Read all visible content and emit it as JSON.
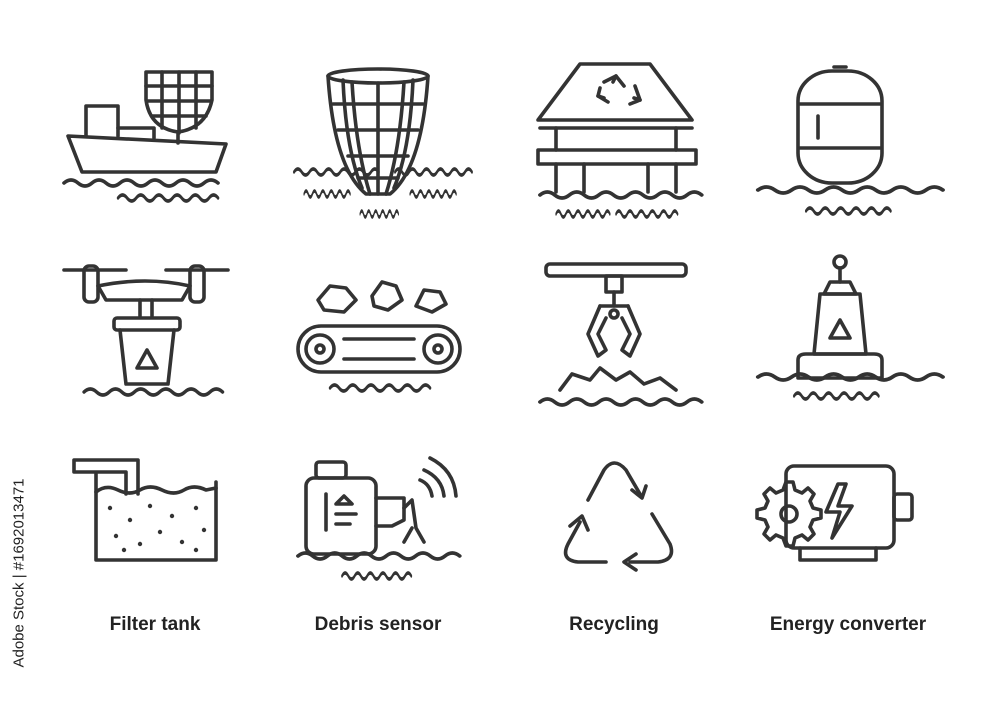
{
  "icons": [
    {
      "name": "boat-net-icon"
    },
    {
      "name": "hanging-net-icon"
    },
    {
      "name": "recycling-platform-icon"
    },
    {
      "name": "floating-tank-icon"
    },
    {
      "name": "drone-bin-icon"
    },
    {
      "name": "conveyor-belt-icon"
    },
    {
      "name": "claw-crane-icon"
    },
    {
      "name": "buoy-icon"
    },
    {
      "name": "filter-tank-icon",
      "label": "Filter tank"
    },
    {
      "name": "debris-sensor-icon",
      "label": "Debris sensor"
    },
    {
      "name": "recycling-icon",
      "label": "Recycling"
    },
    {
      "name": "energy-converter-icon",
      "label": "Energy converter"
    }
  ],
  "watermark": "Adobe Stock | #1692013471",
  "colors": {
    "stroke": "#333333",
    "text": "#222222",
    "background": "#ffffff"
  }
}
